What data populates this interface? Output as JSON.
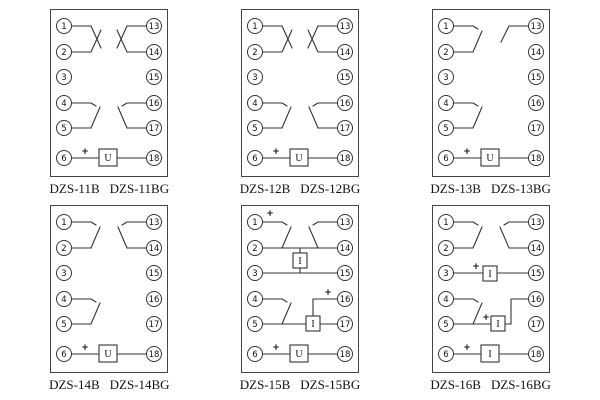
{
  "diagrams": [
    {
      "label_left": "DZS-11B",
      "label_right": "DZS-11BG",
      "left_terminals": [
        "1",
        "2",
        "3",
        "4",
        "5",
        "6"
      ],
      "right_terminals": [
        "13",
        "14",
        "15",
        "16",
        "17",
        "18"
      ],
      "coils": {
        "bottom": "U"
      },
      "plus_signs": {
        "bottom": "+"
      }
    },
    {
      "label_left": "DZS-12B",
      "label_right": "DZS-12BG",
      "left_terminals": [
        "1",
        "2",
        "3",
        "4",
        "5",
        "6"
      ],
      "right_terminals": [
        "13",
        "14",
        "15",
        "16",
        "17",
        "18"
      ],
      "coils": {
        "bottom": "U"
      },
      "plus_signs": {
        "bottom": "+"
      }
    },
    {
      "label_left": "DZS-13B",
      "label_right": "DZS-13BG",
      "left_terminals": [
        "1",
        "2",
        "3",
        "4",
        "5",
        "6"
      ],
      "right_terminals": [
        "13",
        "14",
        "15",
        "16",
        "17",
        "18"
      ],
      "coils": {
        "bottom": "U"
      },
      "plus_signs": {
        "bottom": "+"
      }
    },
    {
      "label_left": "DZS-14B",
      "label_right": "DZS-14BG",
      "left_terminals": [
        "1",
        "2",
        "3",
        "4",
        "5",
        "6"
      ],
      "right_terminals": [
        "13",
        "14",
        "15",
        "16",
        "17",
        "18"
      ],
      "coils": {
        "bottom": "U"
      },
      "plus_signs": {
        "bottom": "+"
      }
    },
    {
      "label_left": "DZS-15B",
      "label_right": "DZS-15BG",
      "left_terminals": [
        "1",
        "2",
        "3",
        "4",
        "5",
        "6"
      ],
      "right_terminals": [
        "13",
        "14",
        "15",
        "16",
        "17",
        "18"
      ],
      "coils": {
        "top": "I",
        "mid": "I",
        "bottom": "U"
      },
      "plus_signs": {
        "top": "+",
        "mid": "+",
        "bottom": "+"
      }
    },
    {
      "label_left": "DZS-16B",
      "label_right": "DZS-16BG",
      "left_terminals": [
        "1",
        "2",
        "3",
        "4",
        "5",
        "6"
      ],
      "right_terminals": [
        "13",
        "14",
        "15",
        "16",
        "17",
        "18"
      ],
      "coils": {
        "row3": "I",
        "mid": "I",
        "bottom": "I"
      },
      "plus_signs": {
        "row3": "+",
        "mid": "+",
        "bottom": "+"
      }
    }
  ]
}
